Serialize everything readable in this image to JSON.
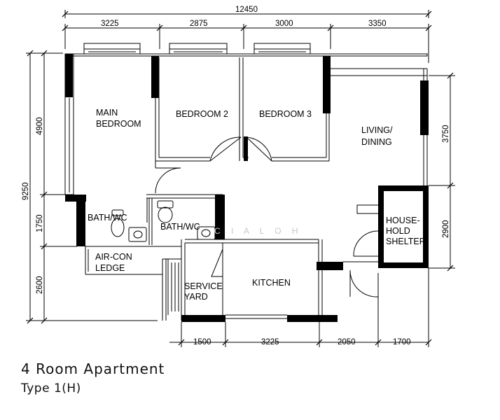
{
  "rooms": {
    "main_bedroom": [
      "MAIN",
      "BEDROOM"
    ],
    "bedroom2": "BEDROOM 2",
    "bedroom3": "BEDROOM 3",
    "living_dining": [
      "LIVING/",
      "DINING"
    ],
    "bath1": "BATH/WC",
    "bath2": "BATH/WC",
    "aircon": [
      "AIR-CON",
      "LEDGE"
    ],
    "service_yard": [
      "SERVICE",
      "YARD"
    ],
    "kitchen": "KITCHEN",
    "shelter": [
      "HOUSE-",
      "HOLD",
      "SHELTER"
    ]
  },
  "dimensions": {
    "overall_width": "12450",
    "top": [
      "3225",
      "2875",
      "3000",
      "3350"
    ],
    "left_overall": "9250",
    "left": [
      "4900",
      "1750",
      "2600"
    ],
    "right": [
      "3750",
      "2900"
    ],
    "bottom": [
      "1500",
      "3225",
      "2050",
      "1700"
    ]
  },
  "watermark": "C I A   L O H",
  "caption": {
    "title": "4 Room Apartment",
    "type": "Type 1(H)"
  }
}
